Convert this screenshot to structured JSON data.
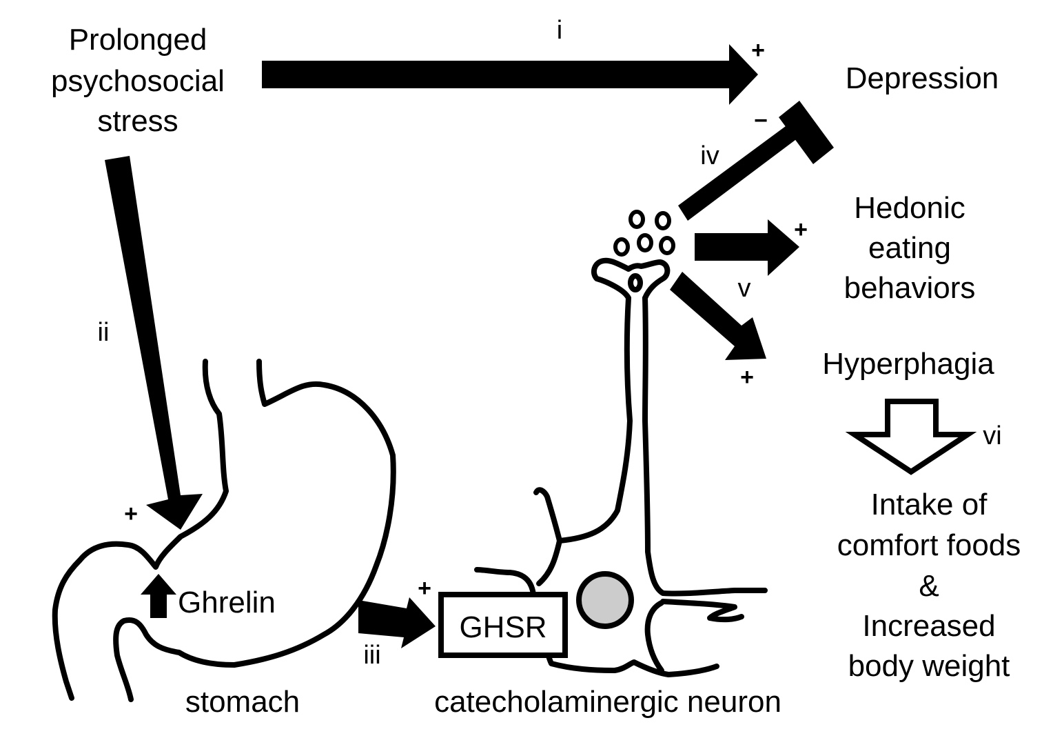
{
  "colors": {
    "ink": "#000000",
    "nucleus": "#cccccc",
    "background": "#ffffff"
  },
  "labels": {
    "stress": [
      "Prolonged",
      "psychosocial",
      "stress"
    ],
    "depression": "Depression",
    "hedonic": [
      "Hedonic",
      "eating",
      "behaviors"
    ],
    "hyperphagia": "Hyperphagia",
    "outcome": [
      "Intake of",
      "comfort foods",
      "&",
      "Increased",
      "body weight"
    ],
    "ghrelin": "Ghrelin",
    "ghsr": "GHSR",
    "stomach": "stomach",
    "neuron": "catecholaminergic neuron"
  },
  "pathways": {
    "i": {
      "label": "i",
      "sign": "+"
    },
    "ii": {
      "label": "ii",
      "sign": "+"
    },
    "iii": {
      "label": "iii",
      "sign": "+"
    },
    "iv": {
      "label": "iv",
      "sign": "−"
    },
    "v": {
      "label": "v",
      "sign_hedonic": "+",
      "sign_hyperphagia": "+"
    },
    "vi": {
      "label": "vi"
    }
  }
}
